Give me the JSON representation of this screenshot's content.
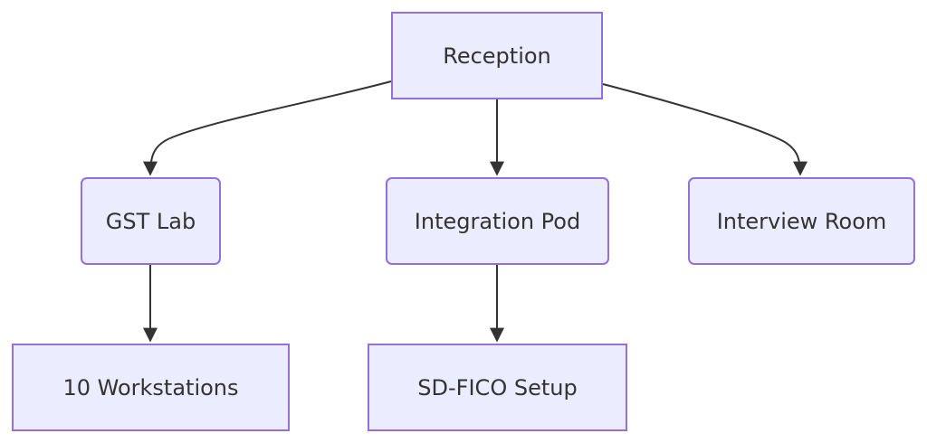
{
  "diagram": {
    "nodes": {
      "reception": "Reception",
      "gst_lab": "GST Lab",
      "integration_pod": "Integration Pod",
      "interview_room": "Interview Room",
      "workstations": "10 Workstations",
      "sdfico_setup": "SD-FICO Setup"
    },
    "edges": [
      {
        "from": "Reception",
        "to": "GST Lab"
      },
      {
        "from": "Reception",
        "to": "Integration Pod"
      },
      {
        "from": "Reception",
        "to": "Interview Room"
      },
      {
        "from": "GST Lab",
        "to": "10 Workstations"
      },
      {
        "from": "Integration Pod",
        "to": "SD-FICO Setup"
      }
    ],
    "colors": {
      "node_fill": "#ECECFF",
      "node_border": "#9370DB",
      "text": "#333333",
      "edge": "#333333"
    }
  }
}
